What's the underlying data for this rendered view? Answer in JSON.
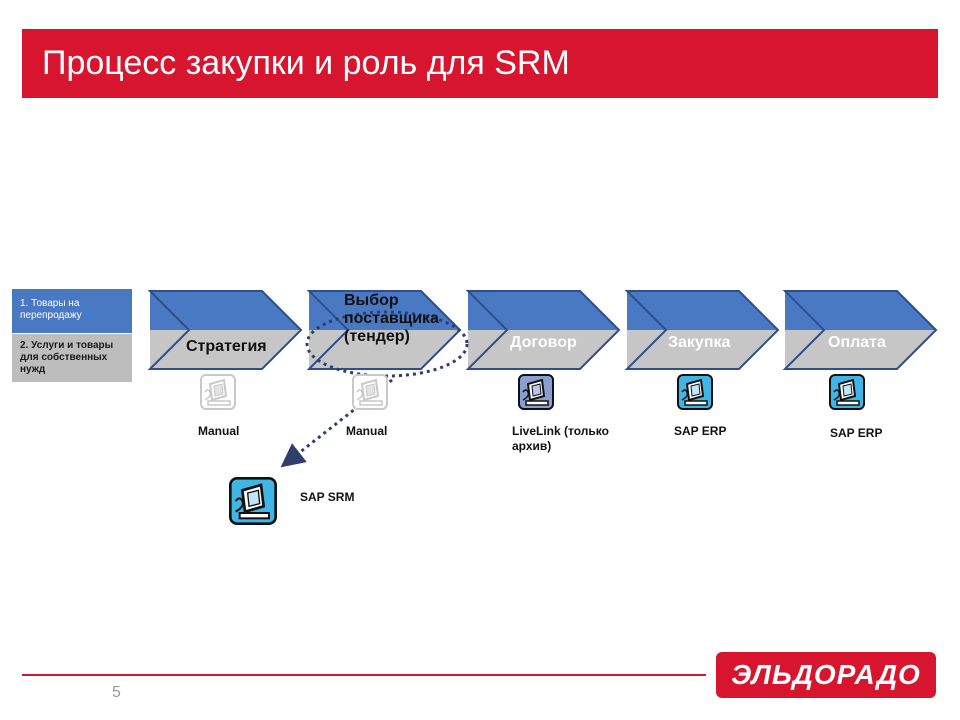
{
  "header": {
    "title": "Процесс закупки и роль для SRM"
  },
  "segments": [
    {
      "label": "1.  Товары на перепродажу"
    },
    {
      "label": "2. Услуги и товары для собственных нужд"
    }
  ],
  "steps": [
    {
      "label": "Стратегия"
    },
    {
      "label": "Выбор поставщика (тендер)"
    },
    {
      "label": "Договор"
    },
    {
      "label": "Закупка"
    },
    {
      "label": "Оплата"
    }
  ],
  "systems": [
    {
      "label": "Manual",
      "active": false
    },
    {
      "label": "Manual",
      "active": false
    },
    {
      "label": "LiveLink (только архив)",
      "active": true
    },
    {
      "label": "SAP ERP",
      "active": true
    },
    {
      "label": "SAP ERP",
      "active": true
    }
  ],
  "target_system": {
    "label": "SAP SRM"
  },
  "footer": {
    "page_number": "5",
    "logo_text": "ЭЛЬДОРАДО"
  },
  "colors": {
    "brand_red": "#d8152e",
    "arrow_blue": "#4a79c4",
    "arrow_grey": "#c6c6c6",
    "icon_cyan": "#3fb6e6"
  }
}
